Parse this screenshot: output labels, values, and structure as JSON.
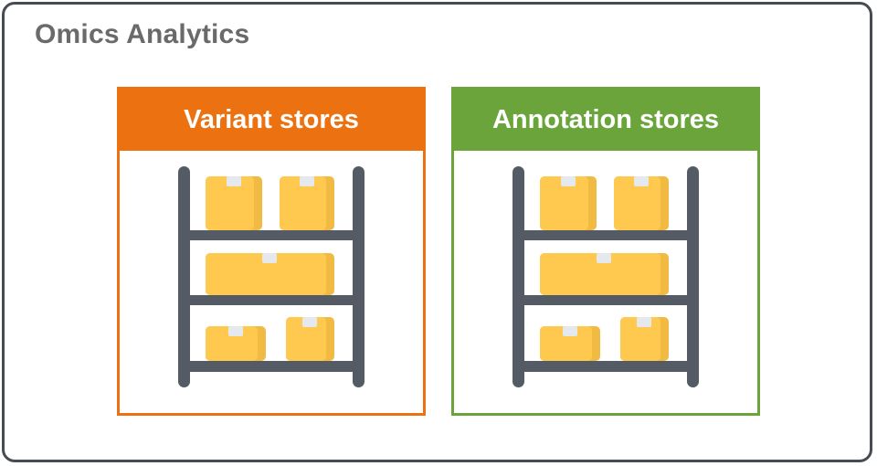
{
  "title": "Omics Analytics",
  "colors": {
    "accent-orange": "#EC7211",
    "accent-green": "#6BA43A",
    "frame-border": "#474C52",
    "title-text": "#6A6A6A",
    "header-text": "#FFFFFF",
    "shelf-frame": "#545B64",
    "box-yellow": "#FFC94F",
    "box-yellow-shade": "#F1BA43",
    "box-tape": "#E5E8EC",
    "page-bg": "#FFFFFF"
  },
  "stores": [
    {
      "label": "Variant stores",
      "accent": "orange",
      "icon": "storage-shelf-icon"
    },
    {
      "label": "Annotation stores",
      "accent": "green",
      "icon": "storage-shelf-icon"
    }
  ]
}
